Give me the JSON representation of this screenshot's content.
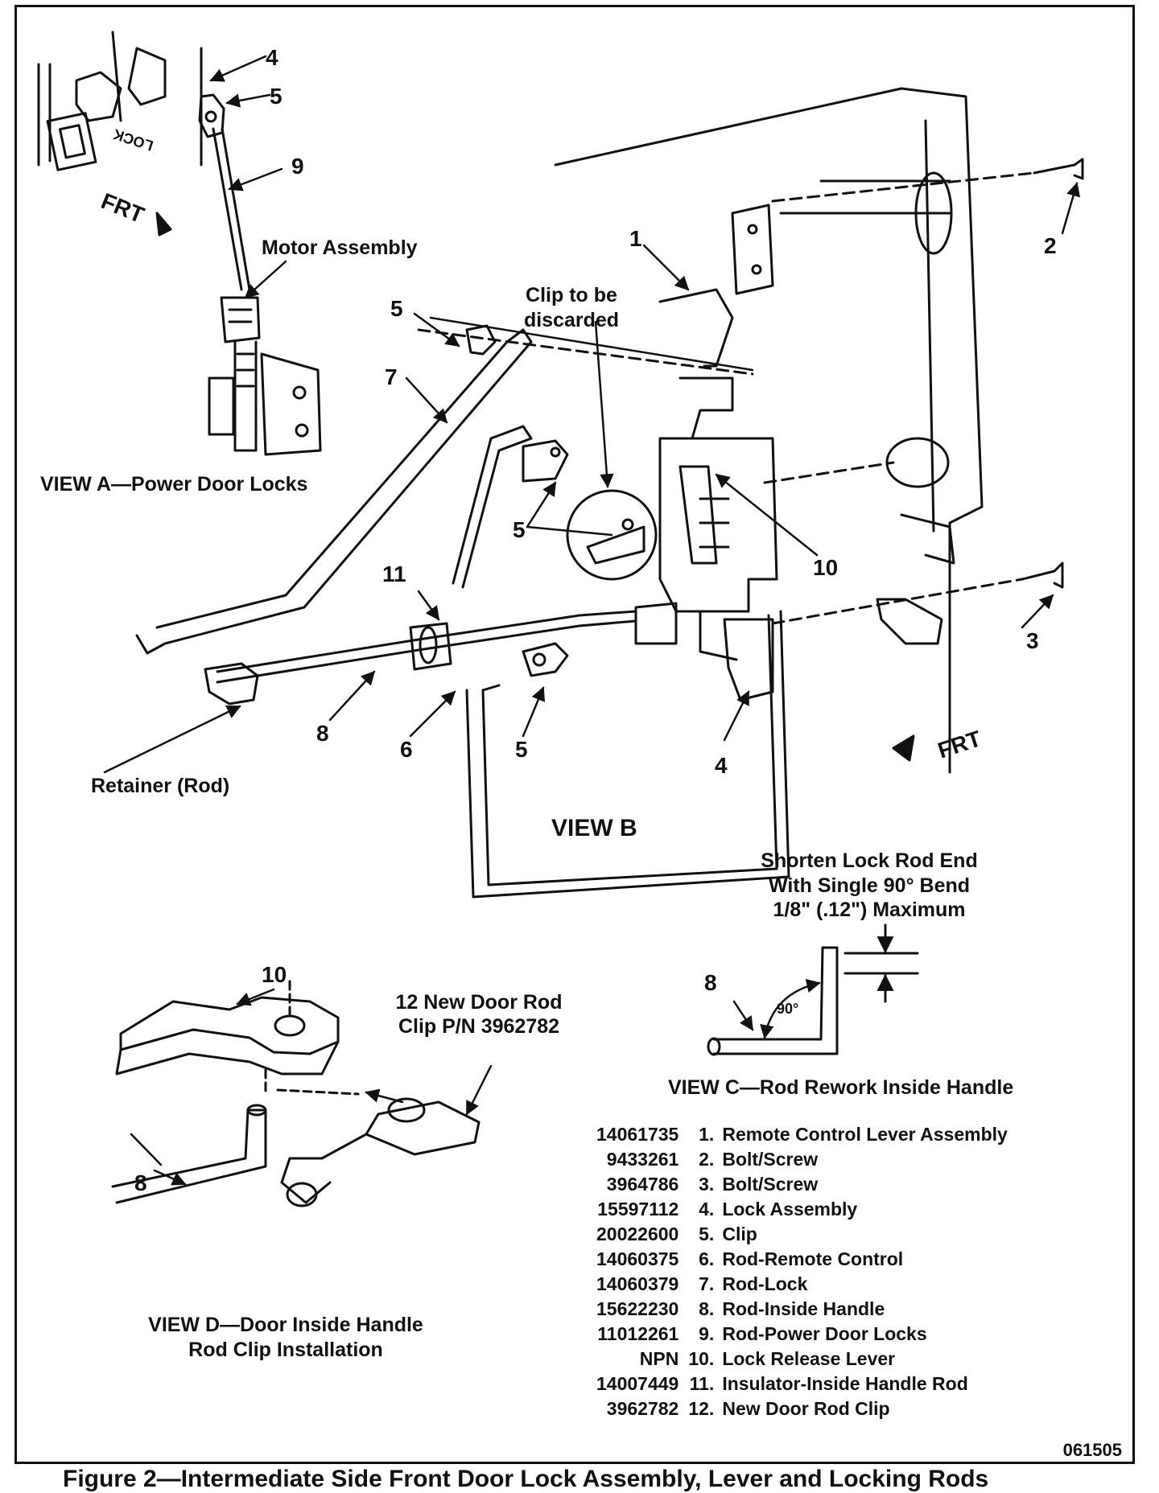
{
  "caption": "Figure 2—Intermediate Side Front Door Lock Assembly, Lever and Locking Rods",
  "figure_code": "061505",
  "views": {
    "a": {
      "title": "VIEW A—Power Door Locks",
      "motor_label": "Motor Assembly",
      "lock_text": "LOCK",
      "frt": "FRT",
      "callouts": {
        "c4": "4",
        "c5": "5",
        "c9": "9"
      }
    },
    "b": {
      "title": "VIEW B",
      "clip_discard": "Clip to be discarded",
      "retainer": "Retainer (Rod)",
      "frt": "FRT",
      "callouts": {
        "c1": "1",
        "c2": "2",
        "c3": "3",
        "c4": "4",
        "c5a": "5",
        "c5b": "5",
        "c5c": "5",
        "c6": "6",
        "c7": "7",
        "c8": "8",
        "c10": "10",
        "c11": "11"
      }
    },
    "c": {
      "title": "VIEW C—Rod Rework Inside Handle",
      "note": "Shorten Lock Rod End With Single 90° Bend 1/8\" (.12\") Maximum",
      "angle": "90°",
      "callout": "8"
    },
    "d": {
      "title": "VIEW D—Door Inside Handle Rod Clip Installation",
      "clip_note": "12 New Door Rod Clip P/N 3962782",
      "callouts": {
        "c10": "10",
        "c8": "8"
      }
    }
  },
  "parts": [
    {
      "pn": "14061735",
      "idx": "1.",
      "name": "Remote Control Lever Assembly"
    },
    {
      "pn": "9433261",
      "idx": "2.",
      "name": "Bolt/Screw"
    },
    {
      "pn": "3964786",
      "idx": "3.",
      "name": "Bolt/Screw"
    },
    {
      "pn": "15597112",
      "idx": "4.",
      "name": "Lock Assembly"
    },
    {
      "pn": "20022600",
      "idx": "5.",
      "name": "Clip"
    },
    {
      "pn": "14060375",
      "idx": "6.",
      "name": "Rod-Remote Control"
    },
    {
      "pn": "14060379",
      "idx": "7.",
      "name": "Rod-Lock"
    },
    {
      "pn": "15622230",
      "idx": "8.",
      "name": "Rod-Inside Handle"
    },
    {
      "pn": "11012261",
      "idx": "9.",
      "name": "Rod-Power Door Locks"
    },
    {
      "pn": "NPN",
      "idx": "10.",
      "name": "Lock Release Lever"
    },
    {
      "pn": "14007449",
      "idx": "11.",
      "name": "Insulator-Inside Handle Rod"
    },
    {
      "pn": "3962782",
      "idx": "12.",
      "name": "New Door Rod Clip"
    }
  ]
}
